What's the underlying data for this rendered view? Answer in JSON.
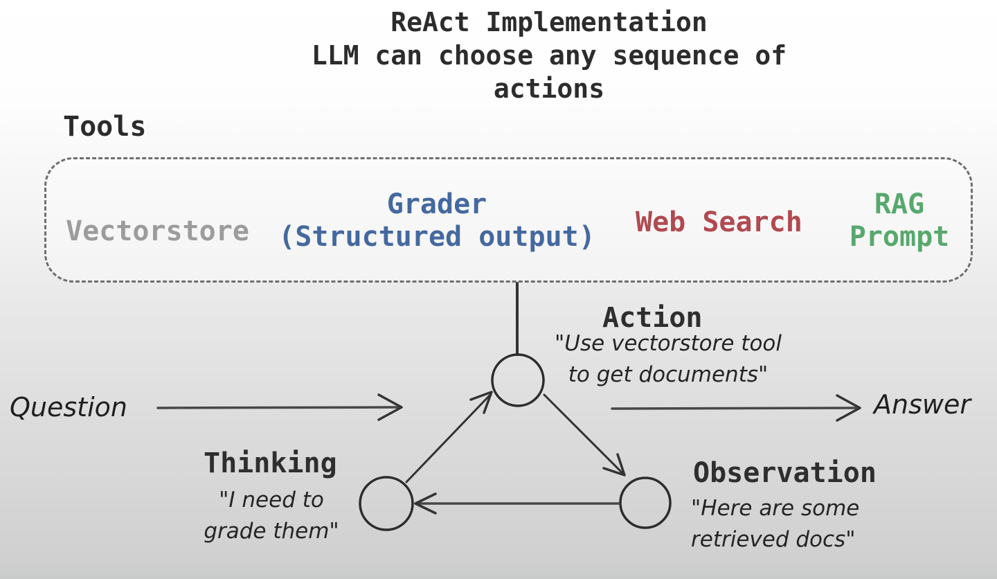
{
  "title": {
    "line1": "ReAct Implementation",
    "line2": "LLM can choose any sequence of actions"
  },
  "tools": {
    "heading": "Tools",
    "vectorstore": {
      "label": "Vectorstore",
      "color": "#9c9c9c"
    },
    "grader": {
      "line1": "Grader",
      "line2": "(Structured output)",
      "color": "#44699f"
    },
    "web_search": {
      "label": "Web Search",
      "color": "#b04a50"
    },
    "rag_prompt": {
      "line1": "RAG",
      "line2": "Prompt",
      "color": "#58a86d"
    }
  },
  "flow": {
    "question_label": "Question",
    "answer_label": "Answer"
  },
  "nodes": {
    "action": {
      "label": "Action",
      "quote_line1": "\"Use vectorstore tool",
      "quote_line2": "to get documents\""
    },
    "thinking": {
      "label": "Thinking",
      "quote_line1": "\"I need to",
      "quote_line2": "grade them\""
    },
    "observation": {
      "label": "Observation",
      "quote_line1": "\"Here are some",
      "quote_line2": "retrieved docs\""
    }
  },
  "style": {
    "ink_color": "#2f2f2f",
    "background_top": "#ffffff",
    "background_bottom": "#d0d0d0"
  }
}
